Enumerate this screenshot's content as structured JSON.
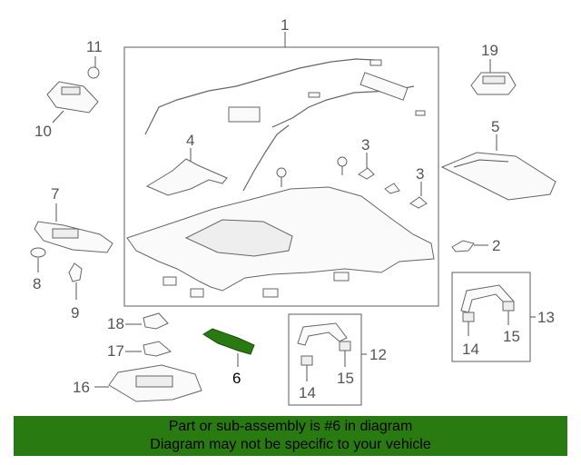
{
  "callouts": {
    "c1": "1",
    "c3a": "3",
    "c3b": "3",
    "c4": "4",
    "c5": "5",
    "c6": "6",
    "c7": "7",
    "c8": "8",
    "c9": "9",
    "c10": "10",
    "c11": "11",
    "c12": "12",
    "c13": "13",
    "c14a": "14",
    "c14b": "14",
    "c15a": "15",
    "c15b": "15",
    "c16": "16",
    "c17": "17",
    "c18": "18",
    "c19": "19",
    "c2": "2"
  },
  "highlight": {
    "part_number": "6",
    "color": "#2a7a12"
  },
  "banner": {
    "line1": "Part or sub-assembly is #6 in diagram",
    "line2": "Diagram may not be specific to your vehicle"
  },
  "colors": {
    "banner_bg": "#2a7a12",
    "line": "#666666"
  }
}
